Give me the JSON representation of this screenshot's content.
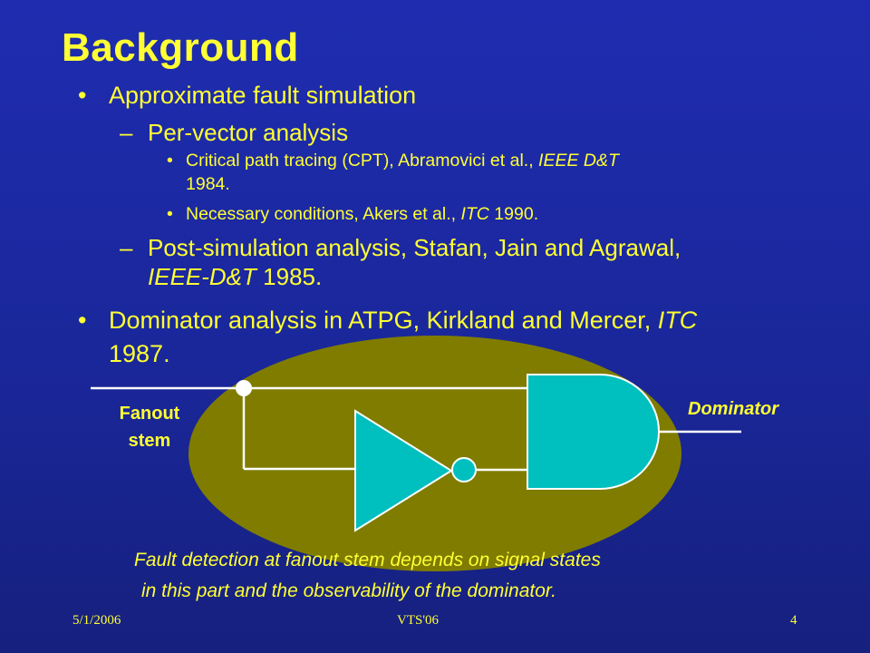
{
  "slide": {
    "title": "Background",
    "bullets": {
      "b1": "Approximate fault simulation",
      "b1_sub1": "Per-vector analysis",
      "b1_sub1_items": [
        {
          "pre": "Critical path tracing (CPT), Abramovici et al., ",
          "em": "IEEE D&T",
          "post": ""
        },
        {
          "pre": "1984.",
          "em": "",
          "post": ""
        },
        {
          "pre": "Necessary conditions, Akers et al., ",
          "em": "ITC",
          "post": " 1990."
        }
      ],
      "b1_sub2_line1": "Post-simulation analysis, Stafan, Jain and Agrawal,",
      "b1_sub2_line2_em": "IEEE-D&T",
      "b1_sub2_line2_post": " 1985.",
      "b2_line1_pre": "Dominator analysis in ATPG, Kirkland and Mercer, ",
      "b2_line1_em": "ITC",
      "b2_line2": "1987."
    },
    "markers": {
      "level1": "•",
      "level2": "–",
      "level3": "•"
    },
    "diagram": {
      "fanout_label_line1": "Fanout",
      "fanout_label_line2": "stem",
      "dominator_label": "Dominator",
      "caption_line1": "Fault detection at fanout stem depends on signal states",
      "caption_line2": "in this part and the observability of the dominator.",
      "colors": {
        "region": "#7f7c00",
        "gate_fill": "#00bfbf",
        "wire": "#ffffff"
      }
    },
    "footer": {
      "date": "5/1/2006",
      "center": "VTS'06",
      "page": "4"
    }
  }
}
